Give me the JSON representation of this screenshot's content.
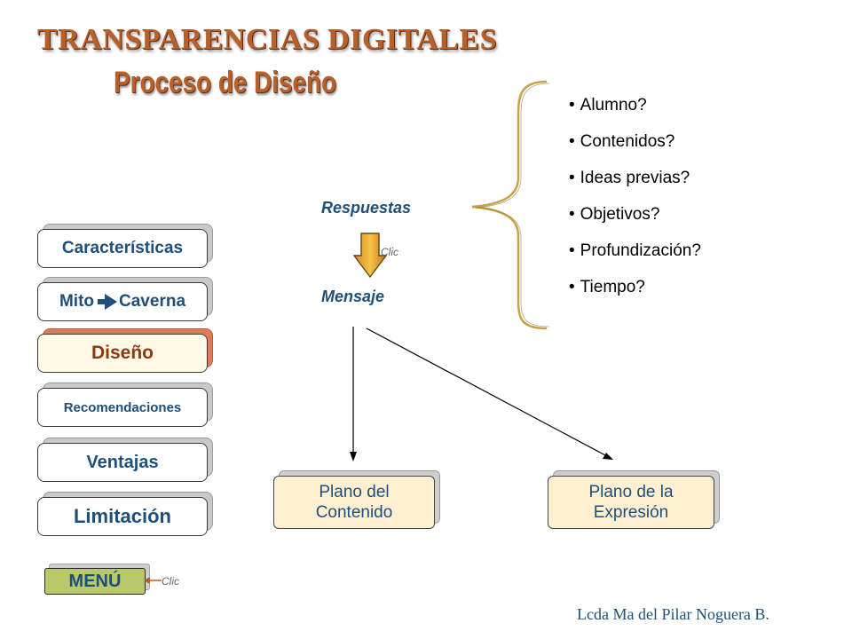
{
  "title": {
    "main": "TRANSPARENCIAS DIGITALES",
    "sub": "Proceso de Diseño"
  },
  "menu": {
    "items": [
      {
        "label": "Características"
      },
      {
        "label_a": "Mito",
        "label_b": "Caverna"
      },
      {
        "label": "Diseño"
      },
      {
        "label": "Recomendaciones"
      },
      {
        "label": "Ventajas"
      },
      {
        "label": "Limitación"
      }
    ],
    "main_label": "MENÚ",
    "main_clic": "Clic"
  },
  "flow": {
    "respuestas": "Respuestas",
    "clic": "Clic",
    "mensaje": "Mensaje",
    "questions": [
      "Alumno?",
      "Contenidos?",
      "Ideas previas?",
      "Objetivos?",
      "Profundización?",
      "Tiempo?"
    ],
    "plane_left": {
      "line1": "Plano del",
      "line2": "Contenido"
    },
    "plane_right": {
      "line1": "Plano de la",
      "line2": "Expresión"
    }
  },
  "footer": "Lcda Ma del Pilar Noguera B.",
  "colors": {
    "title": "#b8602a",
    "menu_text": "#1e4f7a",
    "active_text": "#8b3a10",
    "menu_button": "#b9c86a",
    "down_arrow": "#e0a020",
    "brace": "#c8a24a"
  }
}
